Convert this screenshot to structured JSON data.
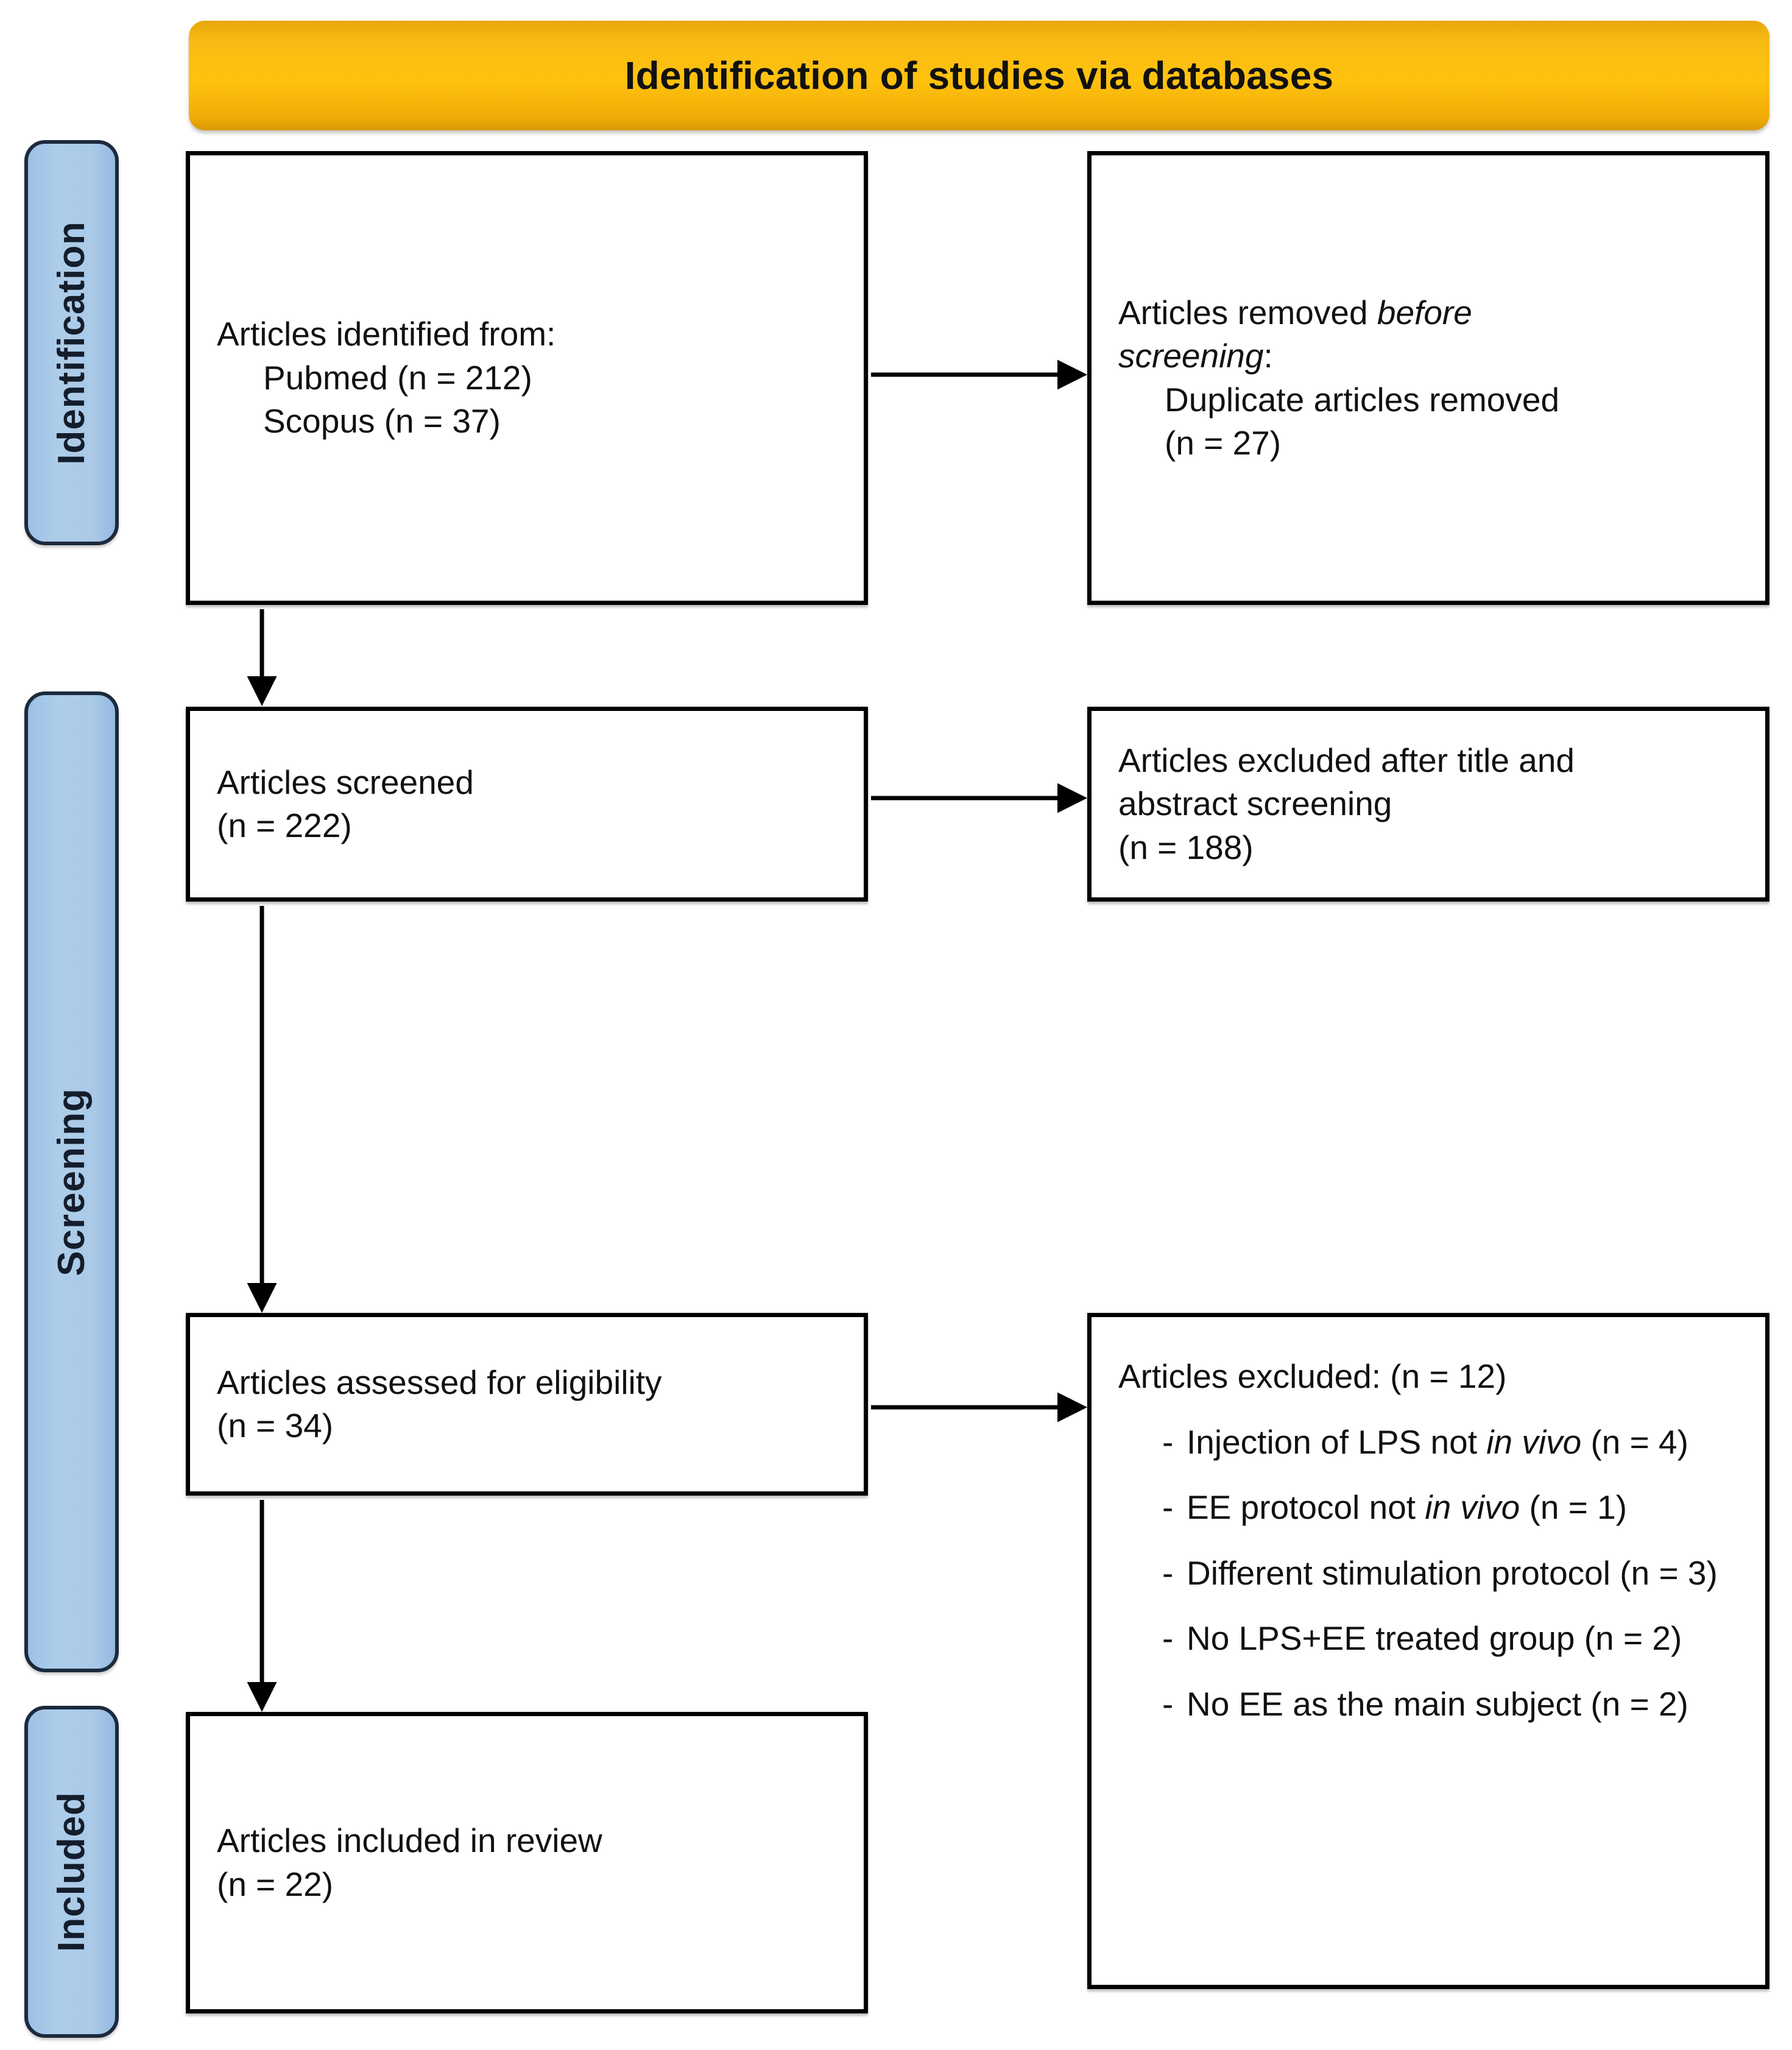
{
  "header": {
    "title": "Identification of studies via databases",
    "color": "#ffc20e"
  },
  "stages": [
    {
      "id": "identification",
      "label": "Identification",
      "color": "#a9c9e7"
    },
    {
      "id": "screening",
      "label": "Screening",
      "color": "#a9c9e7"
    },
    {
      "id": "included",
      "label": "Included",
      "color": "#a9c9e7"
    }
  ],
  "boxes": {
    "identified": {
      "line1": "Articles identified from:",
      "line2": "Pubmed (n = 212)",
      "line3": "Scopus (n = 37)"
    },
    "removed": {
      "line1_plain": "Articles removed ",
      "line1_italic": "before",
      "line2_italic": "screening",
      "line2_plain": ":",
      "line3": "Duplicate articles removed",
      "line4": "(n = 27)"
    },
    "screened": {
      "line1": "Articles screened",
      "line2": "(n = 222)"
    },
    "excluded_screening": {
      "line1": "Articles excluded after title and",
      "line2": "abstract screening",
      "line3": "(n = 188)"
    },
    "eligibility": {
      "line1": "Articles assessed for eligibility",
      "line2": "(n = 34)"
    },
    "excluded_eligibility": {
      "heading": "Articles excluded: (n = 12)",
      "bullet_marker": "-",
      "reasons": [
        {
          "pre": "Injection of LPS not ",
          "italic": "in vivo",
          "post": " (n = 4)"
        },
        {
          "pre": "EE protocol not ",
          "italic": "in vivo",
          "post": " (n = 1)"
        },
        {
          "pre": "Different stimulation protocol (n = 3)",
          "italic": "",
          "post": ""
        },
        {
          "pre": "No LPS+EE treated group (n = 2)",
          "italic": "",
          "post": ""
        },
        {
          "pre": "No EE as the main subject (n = 2)",
          "italic": "",
          "post": ""
        }
      ]
    },
    "included": {
      "line1": "Articles included in review",
      "line2": "(n = 22)"
    }
  },
  "connectors": [
    {
      "name": "identified-to-removed",
      "type": "arrow-right"
    },
    {
      "name": "identified-to-screened",
      "type": "arrow-down"
    },
    {
      "name": "screened-to-excluded",
      "type": "arrow-right"
    },
    {
      "name": "screened-to-eligibility",
      "type": "arrow-down"
    },
    {
      "name": "eligibility-to-excluded",
      "type": "arrow-right"
    },
    {
      "name": "eligibility-to-included",
      "type": "arrow-down"
    }
  ]
}
